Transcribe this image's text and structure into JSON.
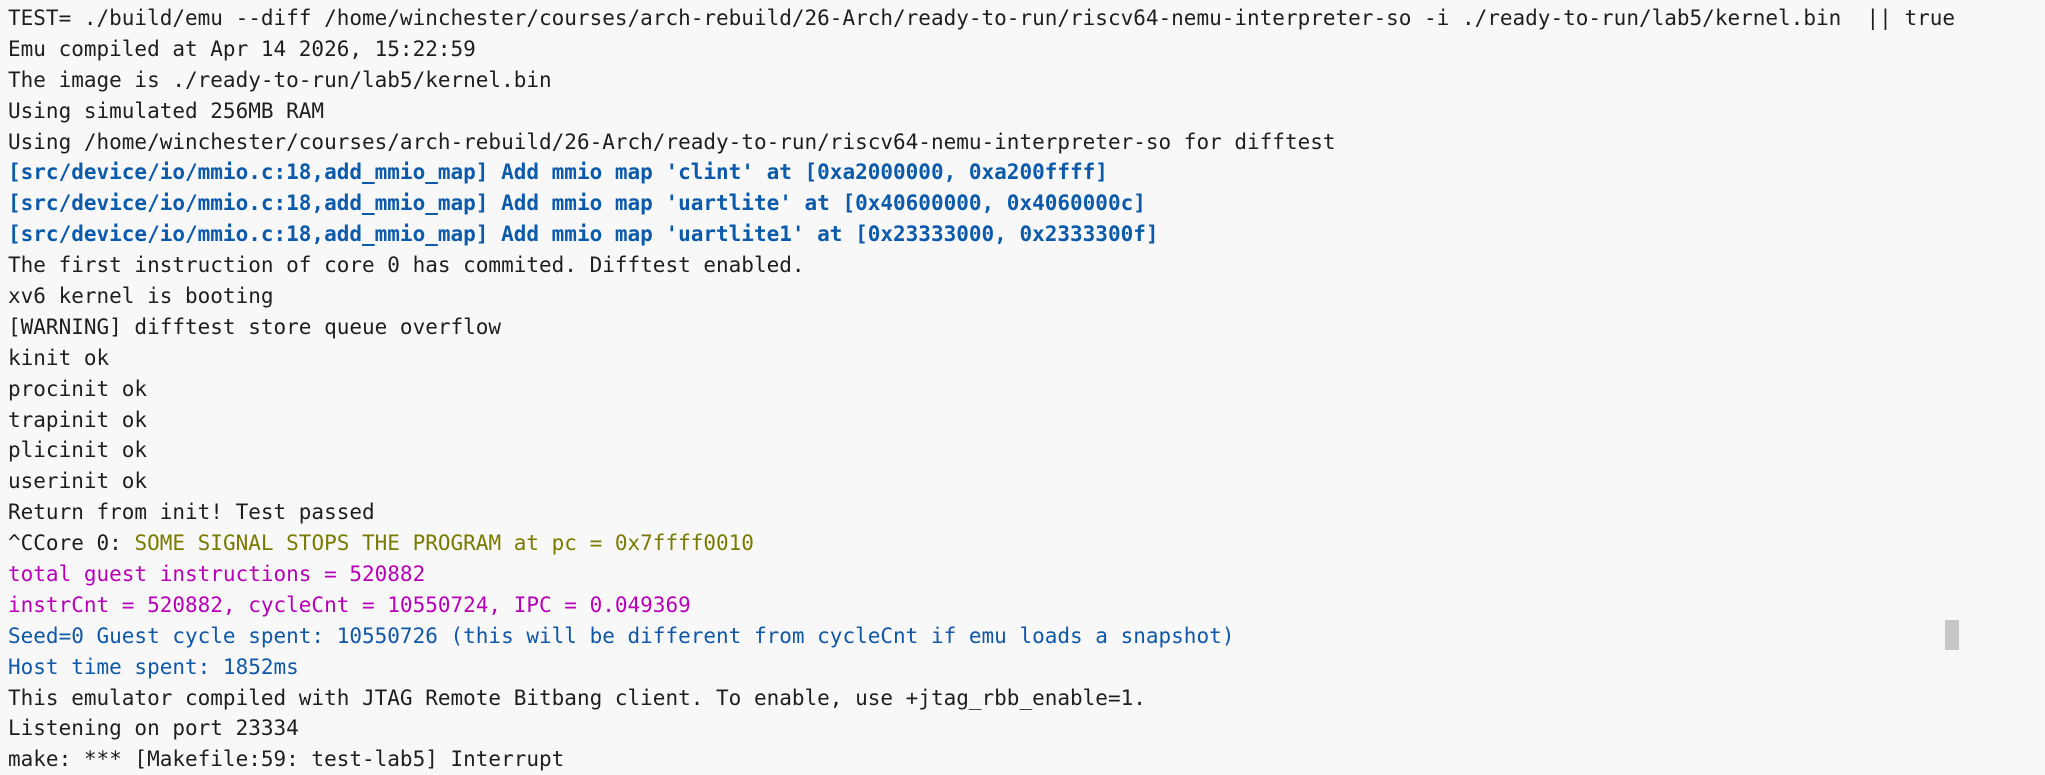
{
  "terminal": {
    "lines": [
      {
        "text": "TEST= ./build/emu --diff /home/winchester/courses/arch-rebuild/26-Arch/ready-to-run/riscv64-nemu-interpreter-so -i ./ready-to-run/lab5/kernel.bin  || true",
        "style": "default"
      },
      {
        "text": "Emu compiled at Apr 14 2026, 15:22:59",
        "style": "default"
      },
      {
        "text": "The image is ./ready-to-run/lab5/kernel.bin",
        "style": "default"
      },
      {
        "text": "Using simulated 256MB RAM",
        "style": "default"
      },
      {
        "text": "Using /home/winchester/courses/arch-rebuild/26-Arch/ready-to-run/riscv64-nemu-interpreter-so for difftest",
        "style": "default"
      },
      {
        "text": "[src/device/io/mmio.c:18,add_mmio_map] Add mmio map 'clint' at [0xa2000000, 0xa200ffff]",
        "style": "bold-blue"
      },
      {
        "text": "[src/device/io/mmio.c:18,add_mmio_map] Add mmio map 'uartlite' at [0x40600000, 0x4060000c]",
        "style": "bold-blue"
      },
      {
        "text": "[src/device/io/mmio.c:18,add_mmio_map] Add mmio map 'uartlite1' at [0x23333000, 0x2333300f]",
        "style": "bold-blue"
      },
      {
        "text": "The first instruction of core 0 has commited. Difftest enabled.",
        "style": "default"
      },
      {
        "text": "xv6 kernel is booting",
        "style": "default"
      },
      {
        "text": "[WARNING] difftest store queue overflow",
        "style": "default"
      },
      {
        "text": "kinit ok",
        "style": "default"
      },
      {
        "text": "procinit ok",
        "style": "default"
      },
      {
        "text": "trapinit ok",
        "style": "default"
      },
      {
        "text": "plicinit ok",
        "style": "default"
      },
      {
        "text": "userinit ok",
        "style": "default"
      },
      {
        "text": "Return from init! Test passed",
        "style": "default"
      },
      {
        "prefix": "^CCore 0: ",
        "text": "SOME SIGNAL STOPS THE PROGRAM at pc = 0x7ffff0010",
        "style": "olive"
      },
      {
        "text": "total guest instructions = 520882",
        "style": "magenta"
      },
      {
        "text": "instrCnt = 520882, cycleCnt = 10550724, IPC = 0.049369",
        "style": "magenta"
      },
      {
        "text": "Seed=0 Guest cycle spent: 10550726 (this will be different from cycleCnt if emu loads a snapshot)",
        "style": "blue"
      },
      {
        "text": "Host time spent: 1852ms",
        "style": "blue"
      },
      {
        "text": "This emulator compiled with JTAG Remote Bitbang client. To enable, use +jtag_rbb_enable=1.",
        "style": "default"
      },
      {
        "text": "Listening on port 23334",
        "style": "default"
      },
      {
        "text": "make: *** [Makefile:59: test-lab5] Interrupt",
        "style": "default"
      }
    ]
  },
  "colors": {
    "background": "#f8f8f8",
    "text": "#1e1e1e",
    "log_blue": "#0b5aab",
    "signal_olive": "#7a7a00",
    "stats_magenta": "#b800b8",
    "time_blue": "#0f57a8",
    "cursor": "#c6c6c6"
  }
}
